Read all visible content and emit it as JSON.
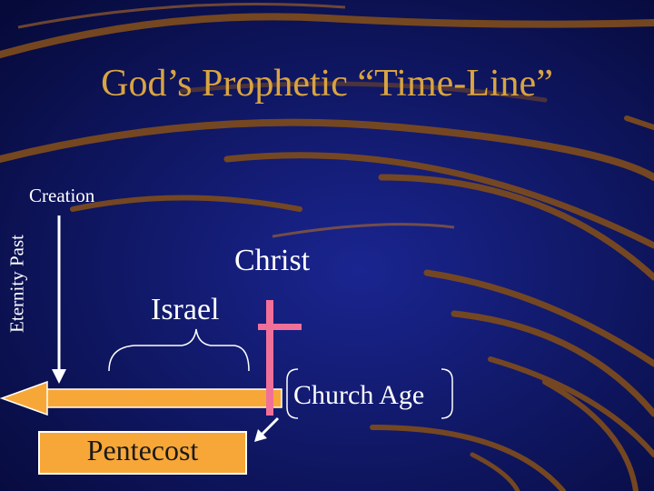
{
  "title": "God’s Prophetic “Time-Line”",
  "labels": {
    "creation": "Creation",
    "eternity_past": "Eternity Past",
    "christ": "Christ",
    "israel": "Israel",
    "church_age": "Church Age",
    "pentecost": "Pentecost"
  },
  "colors": {
    "background": "#0a0f52",
    "title": "#d9a441",
    "timeline_arrow": "#f7a738",
    "cross": "#f0709a",
    "pentecost_box": "#f7a738",
    "text": "#ffffff"
  }
}
